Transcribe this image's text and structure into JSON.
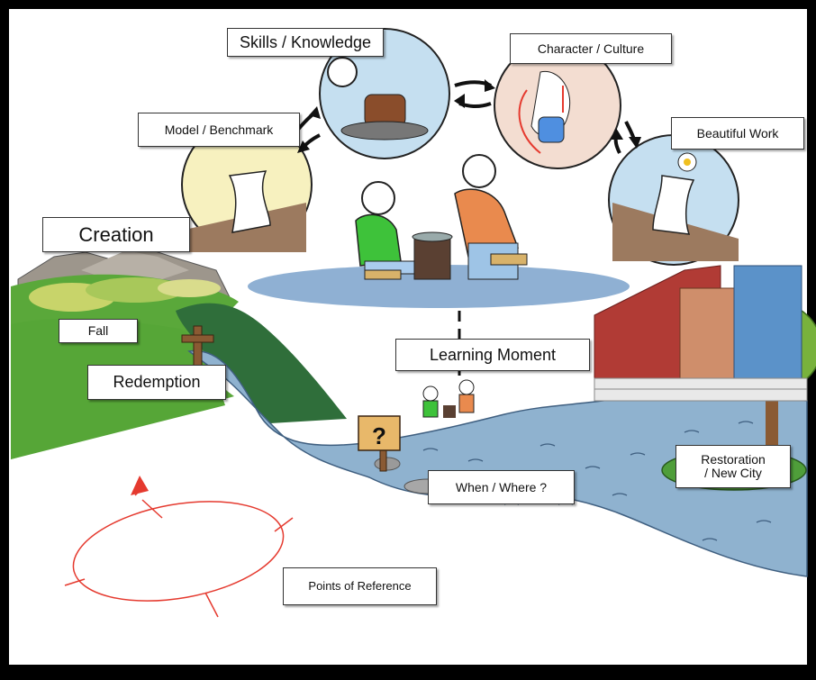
{
  "labels": {
    "skills": "Skills / Knowledge",
    "character": "Character / Culture",
    "model": "Model / Benchmark",
    "beautiful": "Beautiful Work",
    "creation": "Creation",
    "fall": "Fall",
    "redemption": "Redemption",
    "learning": "Learning Moment",
    "when_where": "When / Where ?",
    "restoration_1": "Restoration",
    "restoration_2": "/ New City",
    "points": "Points of Reference"
  },
  "signpost_glyph": "?",
  "colors": {
    "frame": "#000000",
    "river": "#8fb2cf",
    "meadow": "#5aa83a",
    "forest": "#2f6e3a",
    "sky_circle": "#c5dff0",
    "platform": "#8fb0d3",
    "compass": "#e53a2f"
  }
}
